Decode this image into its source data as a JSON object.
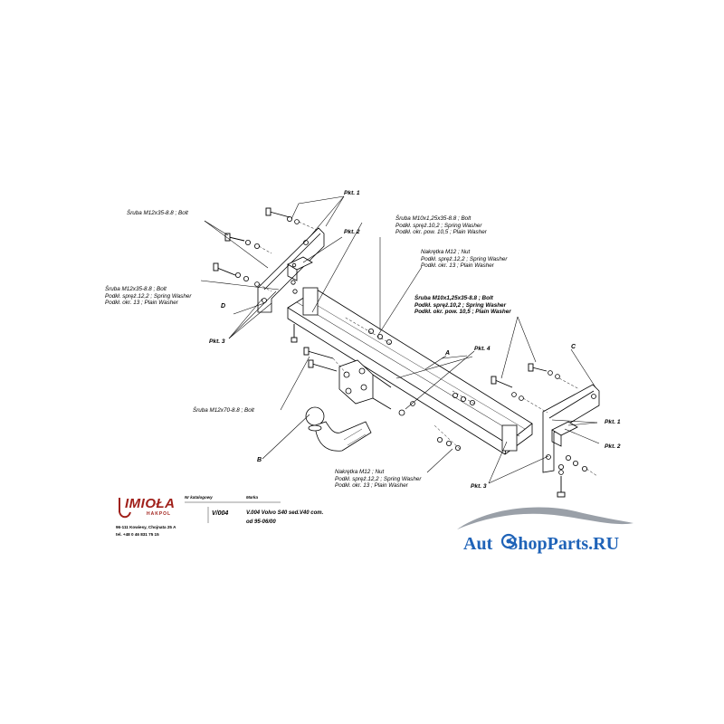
{
  "labels": {
    "bolt_top_left": [
      "Śruba M12x35-8.8 ; Bolt"
    ],
    "bolt_left_mid": [
      "Śruba M12x35-8.8 ; Bolt",
      "Podkł. spręż.12,2 ; Spring Washer",
      "Podkł. okr. 13 ; Plain Washer"
    ],
    "bolt_top_center": [
      "Śruba M10x1,25x35-8.8 ; Bolt",
      "Podkł. spręż.10,2 ; Spring Washer",
      "Podkł. okr. pow. 10,5 ; Plain Washer"
    ],
    "nut_top": [
      "Nakrętka M12 ; Nut",
      "Podkł. spręż.12,2 ; Spring Washer",
      "Podkł. okr. 13 ; Plain Washer"
    ],
    "bolt_right": [
      "Śruba M10x1,25x35-8.8 ; Bolt",
      "Podkł. spręż.10,2 ; Spring Washer",
      "Podkł. okr. pow. 10,5 ; Plain Washer"
    ],
    "bolt_ball": [
      "Śruba M12x70-8.8 ; Bolt"
    ],
    "nut_bottom": [
      "Nakrętka M12 ; Nut",
      "Podkł. spręż.12,2 ; Spring Washer",
      "Podkł. okr. 13 ; Plain Washer"
    ]
  },
  "points": {
    "pkt1_top": "Pkt. 1",
    "pkt2_top": "Pkt. 2",
    "pkt3_left": "Pkt. 3",
    "pkt4": "Pkt. 4",
    "pkt1_right": "Pkt. 1",
    "pkt2_right": "Pkt. 2",
    "pkt3_bottom": "Pkt. 3"
  },
  "letters": {
    "a": "A",
    "b": "B",
    "c": "C",
    "d": "D"
  },
  "title_block": {
    "catalog_label": "Nr katalogowy",
    "brand_label": "Marka",
    "code": "V/004",
    "description": "V.004 Volvo S40 sed.V40 com.",
    "date": "od 95-06/00",
    "company": "IMIOŁA",
    "company_sub": "HAKPOL",
    "address": "96-111 Kowiesy, Chojnata 25 A",
    "phone": "tel. +48 0 46 831 75 15"
  },
  "watermark": {
    "prefix": "Aut",
    "middle": "ShopParts",
    "suffix": ".RU",
    "color": "#1f63b8",
    "swoosh_color": "#9aa0a8"
  }
}
